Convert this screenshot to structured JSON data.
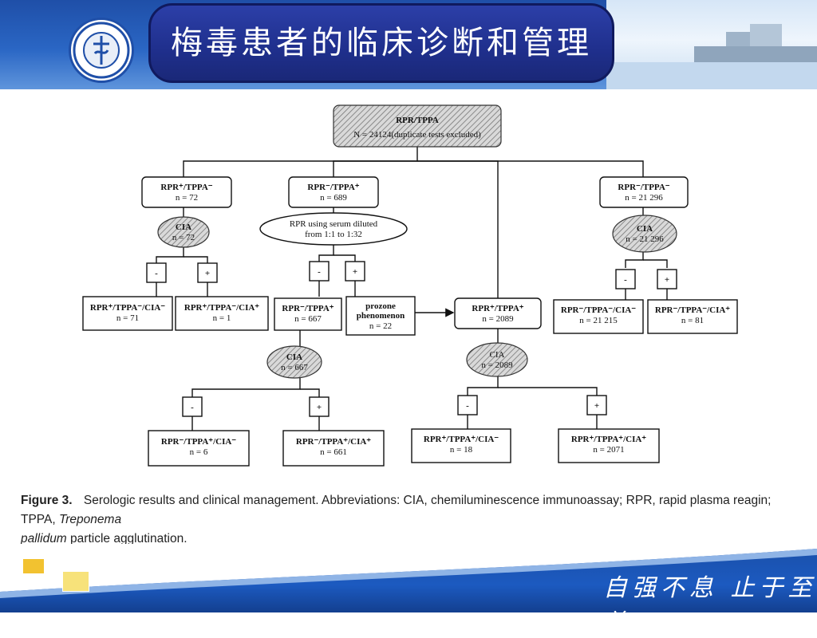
{
  "header": {
    "title": "梅毒患者的临床诊断和管理"
  },
  "colors": {
    "header_blue": "#2a66c4",
    "title_pill": "#1f2f8c",
    "footer_blue": "#1a4fa8"
  },
  "diagram": {
    "root": {
      "line1": "RPR/TPPA",
      "line2": "N = 24124(duplicate tests excluded)"
    },
    "pos_neg": {
      "line1": "RPR⁺/TPPA⁻",
      "line2": "n = 72"
    },
    "pos_neg_cia": {
      "line1": "CIA",
      "line2": "n = 72"
    },
    "pos_neg_minus": "-",
    "pos_neg_plus": "+",
    "pos_neg_cia_neg": {
      "line1": "RPR⁺/TPPA⁻/CIA⁻",
      "line2": "n = 71"
    },
    "pos_neg_cia_pos": {
      "line1": "RPR⁺/TPPA⁻/CIA⁺",
      "line2": "n = 1"
    },
    "neg_pos": {
      "line1": "RPR⁻/TPPA⁺",
      "line2": "n = 689"
    },
    "dilution": {
      "line1": "RPR using serum diluted",
      "line2": "from 1:1 to 1:32"
    },
    "neg_pos_minus": "-",
    "neg_pos_plus": "+",
    "neg_pos_after": {
      "line1": "RPR⁻/TPPA⁺",
      "line2": "n = 667"
    },
    "prozone": {
      "line1": "prozone",
      "line2": "phenomenon",
      "line3": "n = 22"
    },
    "neg_pos_cia": {
      "line1": "CIA",
      "line2": "n = 667"
    },
    "neg_pos_cia_minus": "-",
    "neg_pos_cia_plus": "+",
    "neg_pos_cia_neg": {
      "line1": "RPR⁻/TPPA⁺/CIA⁻",
      "line2": "n = 6"
    },
    "neg_pos_cia_pos": {
      "line1": "RPR⁻/TPPA⁺/CIA⁺",
      "line2": "n = 661"
    },
    "pos_pos": {
      "line1": "RPR⁺/TPPA⁺",
      "line2": "n = 2089"
    },
    "pos_pos_cia": {
      "line1": "CIA",
      "line2": "n = 2089"
    },
    "pos_pos_minus": "-",
    "pos_pos_plus": "+",
    "pos_pos_cia_neg": {
      "line1": "RPR⁺/TPPA⁺/CIA⁻",
      "line2": "n = 18"
    },
    "pos_pos_cia_pos": {
      "line1": "RPR⁺/TPPA⁺/CIA⁺",
      "line2": "n = 2071"
    },
    "neg_neg": {
      "line1": "RPR⁻/TPPA⁻",
      "line2": "n = 21 296"
    },
    "neg_neg_cia": {
      "line1": "CIA",
      "line2": "n = 21 296"
    },
    "neg_neg_minus": "-",
    "neg_neg_plus": "+",
    "neg_neg_cia_neg": {
      "line1": "RPR⁻/TPPA⁻/CIA⁻",
      "line2": "n = 21 215"
    },
    "neg_neg_cia_pos": {
      "line1": "RPR⁻/TPPA⁻/CIA⁺",
      "line2": "n = 81"
    }
  },
  "caption": {
    "label": "Figure 3.",
    "text_part1": "Serologic results and clinical management. Abbreviations: CIA, chemiluminescence immunoassay; RPR, rapid plasma reagin; TPPA,",
    "italic1": "Treponema",
    "italic2": "pallidum",
    "text_part2": "particle agglutination."
  },
  "footer": {
    "motto": "自强不息 止于至善"
  }
}
